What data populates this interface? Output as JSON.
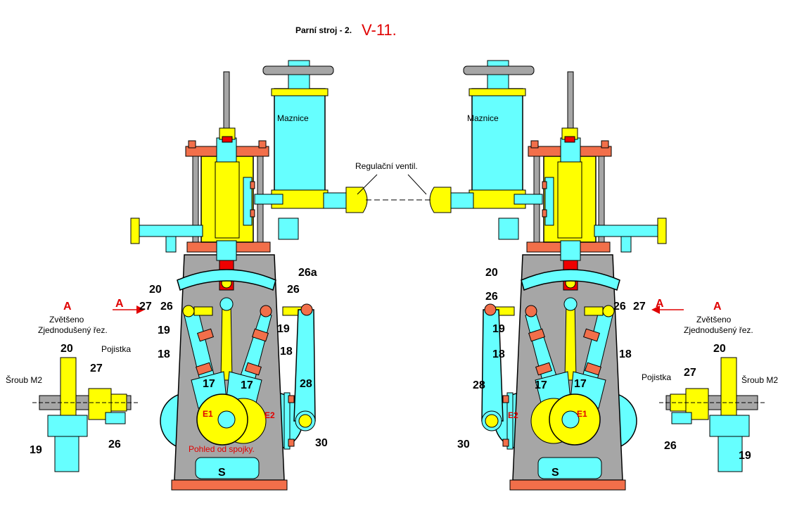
{
  "title": {
    "main": "Parní stroj - 2.",
    "code": "V-11."
  },
  "labels": {
    "lubricator": "Maznice",
    "valve": "Regulační ventil.",
    "view_note": "Pohled od spojky.",
    "section_letter": "A",
    "enlarged": "Zvětšeno",
    "simplified_section": "Zjednodušený řez.",
    "safety": "Pojistka",
    "screw": "Šroub M2",
    "frame_letter": "S",
    "eccentric_1": "E1",
    "eccentric_2": "E2"
  },
  "part_numbers": {
    "p17": "17",
    "p18": "18",
    "p19": "19",
    "p20": "20",
    "p26": "26",
    "p26a": "26a",
    "p27": "27",
    "p28": "28",
    "p30": "30"
  },
  "colors": {
    "yellow": "#ffff00",
    "cyan": "#66ffff",
    "gray": "#a6a6a6",
    "orange": "#f26f4a",
    "red": "#ee0000",
    "outline": "#000000"
  }
}
